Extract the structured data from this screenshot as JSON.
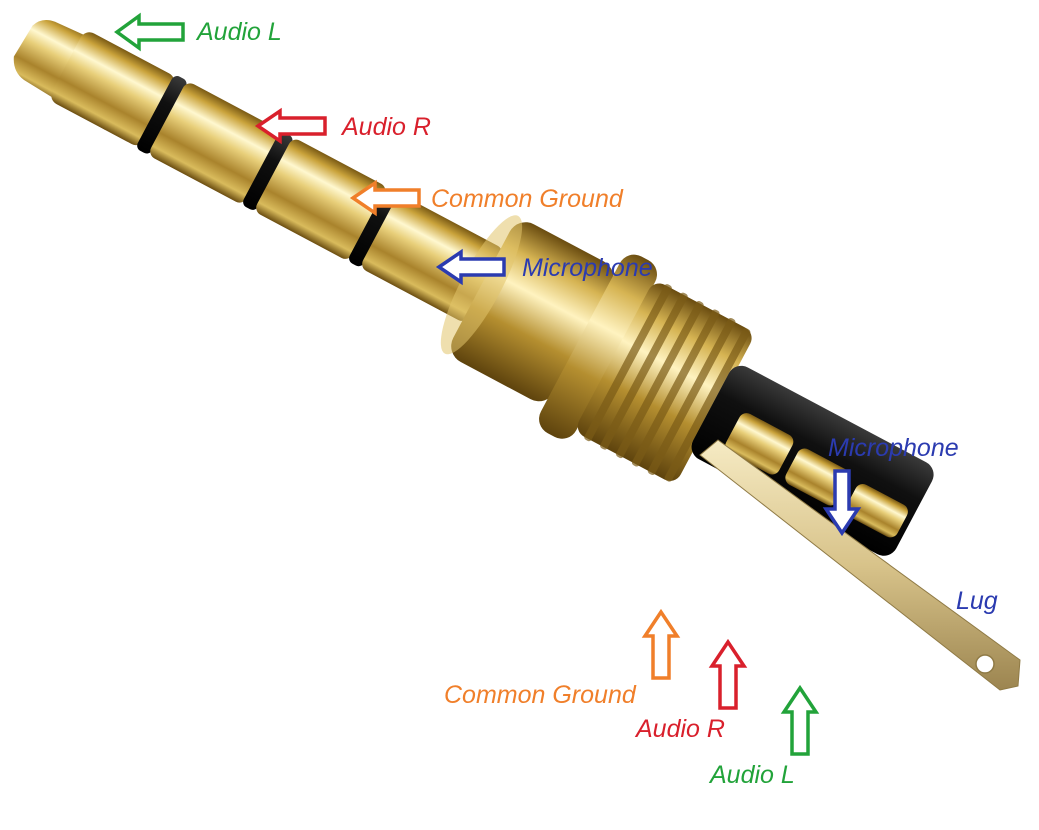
{
  "colors": {
    "audio_l": "#22a33a",
    "audio_r": "#d9202c",
    "ground": "#f07f2a",
    "microphone": "#2b3bb0",
    "gold_light": "#fbf1bf",
    "gold_mid": "#d8b64e",
    "gold_dark": "#8a6a1e",
    "insulator": "#141414"
  },
  "labels": {
    "plug_audio_l": "Audio L",
    "plug_audio_r": "Audio R",
    "plug_ground": "Common Ground",
    "plug_microphone": "Microphone",
    "pin_microphone": "Microphone",
    "lug": "Lug",
    "pin_ground": "Common Ground",
    "pin_audio_r": "Audio R",
    "pin_audio_l": "Audio L"
  },
  "icons": {
    "plug_arrows": "left-arrow-icon",
    "pin_arrows": "up-arrow-icon",
    "mic_pin_arrow": "down-arrow-icon"
  }
}
